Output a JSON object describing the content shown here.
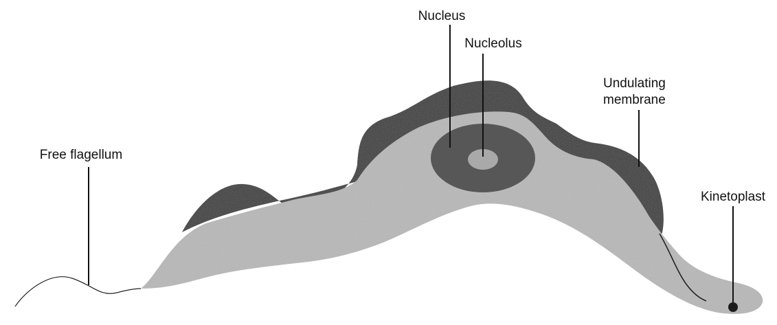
{
  "labels": {
    "free_flagellum": "Free flagellum",
    "nucleus": "Nucleus",
    "nucleolus": "Nucleolus",
    "undulating_membrane_line1": "Undulating",
    "undulating_membrane_line2": "membrane",
    "kinetoplast": "Kinetoplast"
  },
  "colors": {
    "body": "#b8b8b8",
    "membrane": "#3b3b3b",
    "nucleus": "#575757",
    "nucleolus": "#a9a9a9",
    "flagellum_line": "#222222",
    "kinetoplast": "#1c1c1c"
  }
}
